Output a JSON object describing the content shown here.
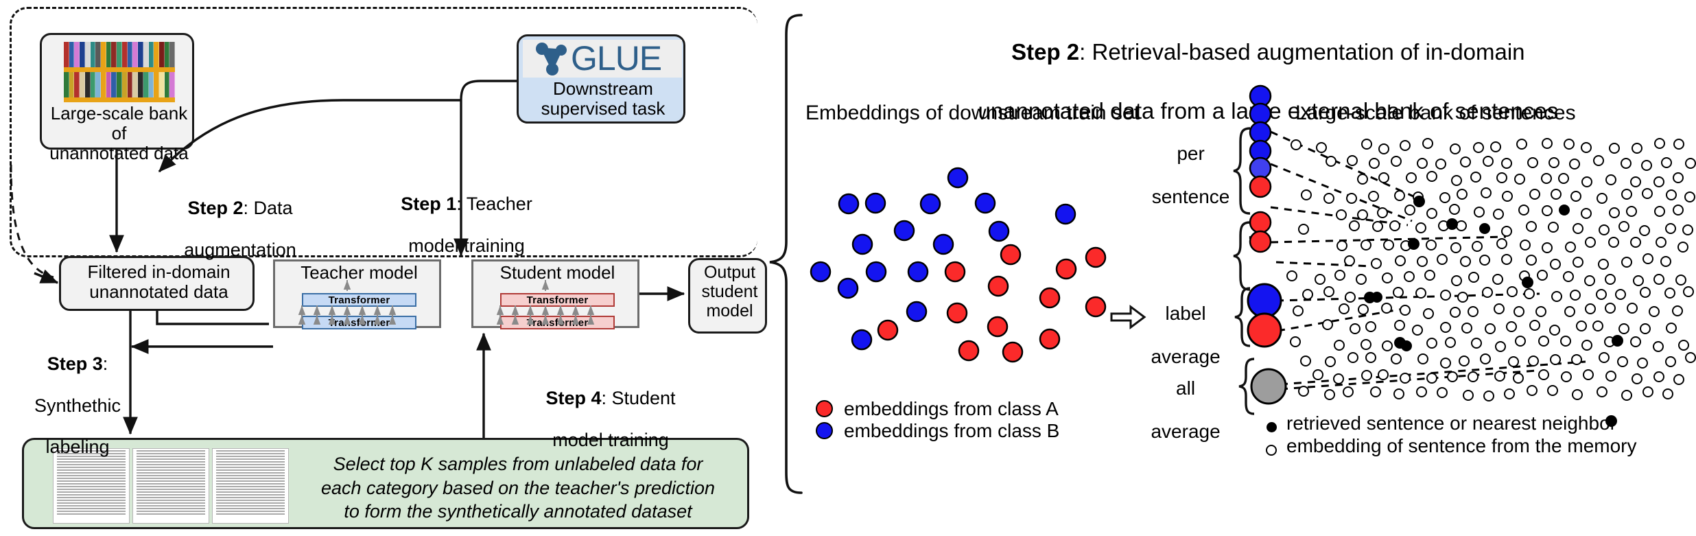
{
  "left_panel": {
    "bank_box": {
      "label": "Large-scale bank of\nunannotated data",
      "icon": "bookshelf-icon"
    },
    "glue_box": {
      "logo_text": "GLUE",
      "logo_icon": "glue-logo-icon",
      "label": "Downstream\nsupervised task",
      "fill": "#cfe0f3"
    },
    "filtered_box": {
      "label": "Filtered in-domain\nunannotated data"
    },
    "teacher_box": {
      "title": "Teacher model",
      "layers": [
        "Transformer",
        "Transformer"
      ],
      "accent": "#3a6ea5"
    },
    "student_box": {
      "title": "Student model",
      "layers": [
        "Transformer",
        "Transformer"
      ],
      "accent": "#b03a36"
    },
    "output_box": {
      "label": "Output\nstudent\nmodel"
    },
    "green_box": {
      "text": "Select top K samples from unlabeled data for\neach category based on the teacher's prediction\nto form the synthetically annotated dataset",
      "fill": "#d6e8d5"
    },
    "step_labels": [
      {
        "bold": "Step 2",
        "rest": ": Data",
        "line2": "augmentation"
      },
      {
        "bold": "Step 1",
        "rest": ": Teacher",
        "line2": "model training"
      },
      {
        "bold": "Step 3",
        "rest": ":",
        "line2": "Synthethic",
        "line3": "labeling"
      },
      {
        "bold": "Step 4",
        "rest": ": Student",
        "line2": "model training"
      }
    ]
  },
  "right_panel": {
    "title_bold": "Step 2",
    "title_rest": ": Retrieval-based augmentation of in-domain",
    "title_line2": "unannotated data from a large external bank of sentences",
    "left_subtitle": "Embeddings of downstream train set",
    "right_subtitle": "Large-scale bank of sentences",
    "group_labels": [
      {
        "line1": "per",
        "line2": "sentence"
      },
      {
        "line1": "label",
        "line2": "average"
      },
      {
        "line1": "all",
        "line2": "average"
      }
    ],
    "scatter_legend": [
      {
        "marker": "red-dot",
        "label": "embeddings from class A",
        "color": "#fb2a2a"
      },
      {
        "marker": "blue-dot",
        "label": "embeddings from class B",
        "color": "#1414f0"
      }
    ],
    "memory_legend": [
      {
        "marker": "filled-dot",
        "label": "retrieved sentence or nearest neighbor",
        "color": "#000000"
      },
      {
        "marker": "open-dot",
        "label": "embedding of sentence from the memory",
        "color": "#ffffff"
      }
    ],
    "ellipsis": "..."
  },
  "chart_data": {
    "type": "scatter",
    "title": "Embeddings of downstream train set",
    "series": [
      {
        "name": "embeddings from class A",
        "color": "#fb2a2a",
        "points": [
          [
            1392,
            395
          ],
          [
            1476,
            371
          ],
          [
            1475,
            450
          ],
          [
            1395,
            456
          ],
          [
            1292,
            482
          ],
          [
            1414,
            497
          ],
          [
            1555,
            454
          ],
          [
            1559,
            390
          ],
          [
            1530,
            434
          ],
          [
            1598,
            375
          ],
          [
            1600,
            451
          ],
          [
            1528,
            494
          ],
          [
            1477,
            514
          ]
        ]
      },
      {
        "name": "embeddings from class B",
        "color": "#1414f0",
        "points": [
          [
            1396,
            259
          ],
          [
            1237,
            297
          ],
          [
            1274,
            296
          ],
          [
            1355,
            296
          ],
          [
            1434,
            296
          ],
          [
            1553,
            311
          ],
          [
            1318,
            335
          ],
          [
            1455,
            337
          ],
          [
            1257,
            356
          ],
          [
            1375,
            356
          ],
          [
            1196,
            395
          ],
          [
            1276,
            395
          ],
          [
            1337,
            395
          ],
          [
            1236,
            419
          ],
          [
            1338,
            455
          ],
          [
            1256,
            495
          ]
        ]
      }
    ],
    "xlabel": "",
    "ylabel": "",
    "grid": false,
    "legend_position": "bottom-left"
  }
}
